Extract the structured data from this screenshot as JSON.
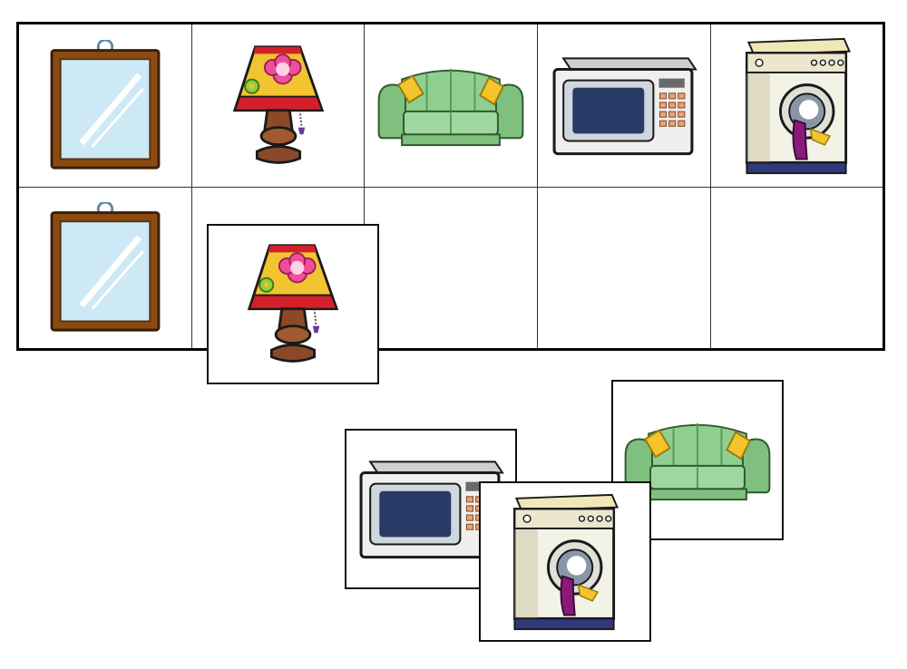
{
  "board": {
    "rows": 2,
    "columns": 5,
    "top_row": [
      "mirror-icon",
      "lamp-icon",
      "sofa-icon",
      "microwave-icon",
      "washing-machine-icon"
    ],
    "bottom_row": [
      "mirror-icon",
      "",
      "",
      "",
      ""
    ]
  },
  "cards": [
    {
      "icon": "lamp-icon",
      "state": "being-dragged"
    },
    {
      "icon": "microwave-icon",
      "state": "loose"
    },
    {
      "icon": "washing-machine-icon",
      "state": "loose"
    },
    {
      "icon": "sofa-icon",
      "state": "loose"
    }
  ],
  "colors": {
    "frame_wood": "#8a4a12",
    "glass": "#cde9f5",
    "lamp_shade": "#f2c430",
    "lamp_trim": "#d3202a",
    "flower_pink": "#ef4f9a",
    "sofa_green": "#8fcf8f",
    "pillow_yellow": "#f3c52b",
    "appliance_gray": "#e8e8e4",
    "screen_navy": "#2a3a66"
  }
}
